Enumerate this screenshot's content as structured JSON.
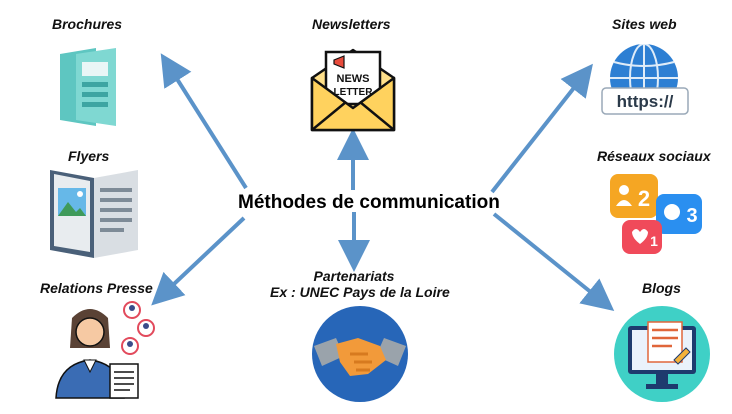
{
  "title": "Méthodes de communication",
  "nodes": {
    "brochures": "Brochures",
    "newsletters": "Newsletters",
    "sites_web": "Sites web",
    "flyers": "Flyers",
    "reseaux_sociaux": "Réseaux sociaux",
    "relations_presse": "Relations Presse",
    "partenariats_line1": "Partenariats",
    "partenariats_line2": "Ex : UNEC Pays de la Loire",
    "blogs": "Blogs"
  },
  "icon_text": {
    "newsletter_line1": "NEWS",
    "newsletter_line2": "LETTER",
    "url": "https://",
    "badge_left": "2",
    "badge_right": "3",
    "badge_heart": "1"
  },
  "colors": {
    "arrow": "#5b93c9",
    "arrow_stroke": "#3f78b0"
  }
}
